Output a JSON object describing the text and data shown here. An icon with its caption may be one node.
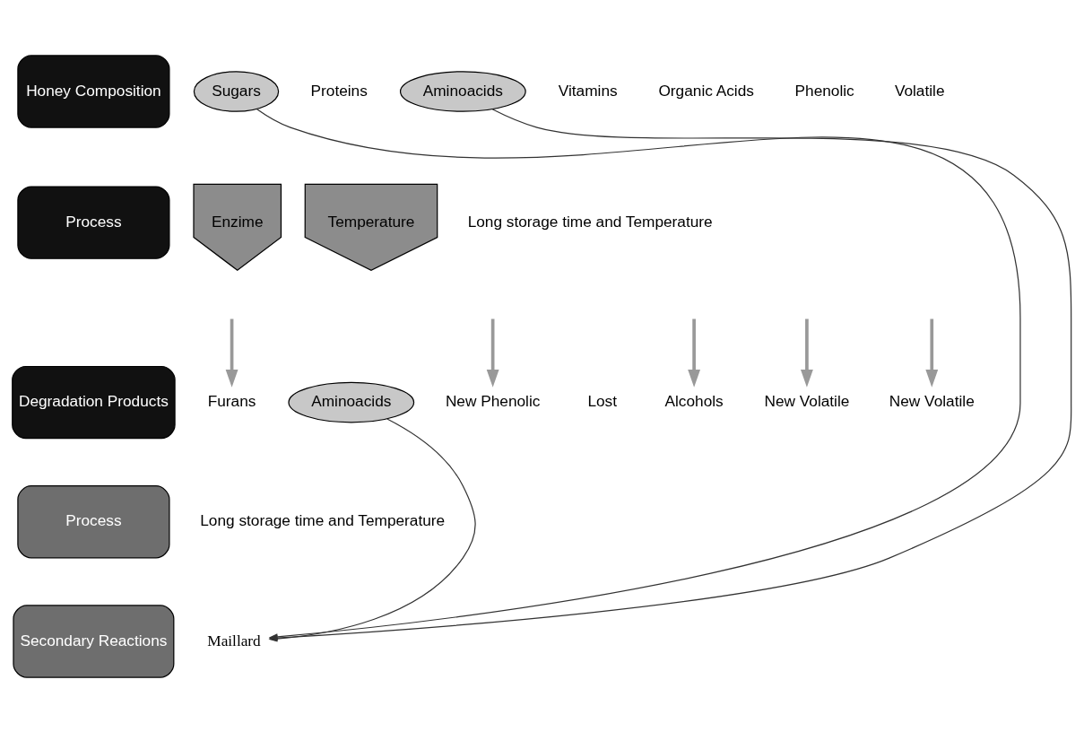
{
  "diagram": {
    "nodes": [
      {
        "text": [
          "Honey Composition"
        ]
      },
      {
        "text": [
          "Sugars"
        ]
      },
      {
        "text": [
          "Proteins"
        ]
      },
      {
        "text": [
          "Aminoacids"
        ]
      },
      {
        "text": [
          "Vitamins"
        ]
      },
      {
        "text": [
          "Organic Acids"
        ]
      },
      {
        "text": [
          "Phenolic"
        ]
      },
      {
        "text": [
          "Volatile"
        ]
      },
      {
        "text": [
          "Process"
        ]
      },
      {
        "text": [
          "Enzime"
        ]
      },
      {
        "text": [
          "Temperature"
        ]
      },
      {
        "text": [
          "Long storage time and Temperature"
        ]
      },
      {
        "text": [
          "Degradation Products"
        ]
      },
      {
        "text": [
          "Furans"
        ]
      },
      {
        "text": [
          "Aminoacids"
        ]
      },
      {
        "text": [
          "New Phenolic"
        ]
      },
      {
        "text": [
          "Lost"
        ]
      },
      {
        "text": [
          "Alcohols"
        ]
      },
      {
        "text": [
          "New Volatile"
        ]
      },
      {
        "text": [
          "New Volatile"
        ]
      },
      {
        "text": [
          "Process"
        ]
      },
      {
        "text": [
          "Long storage time and Temperature"
        ]
      },
      {
        "text": [
          "Secondary Reactions"
        ]
      },
      {
        "text": [
          "Maillard"
        ]
      }
    ],
    "edges": [
      {
        "from": 1,
        "to": 23,
        "arrow": "to",
        "color": "#333333"
      },
      {
        "from": 3,
        "to": 23,
        "arrow": "to",
        "color": "#333333"
      },
      {
        "from": 14,
        "to": 23,
        "arrow": "to",
        "color": "#333333"
      },
      {
        "from": null,
        "to": 13,
        "arrow": "to"
      },
      {
        "from": null,
        "to": 15,
        "arrow": "to"
      },
      {
        "from": null,
        "to": 17,
        "arrow": "to"
      },
      {
        "from": null,
        "to": 18,
        "arrow": "to"
      },
      {
        "from": null,
        "to": 19,
        "arrow": "to"
      }
    ]
  }
}
